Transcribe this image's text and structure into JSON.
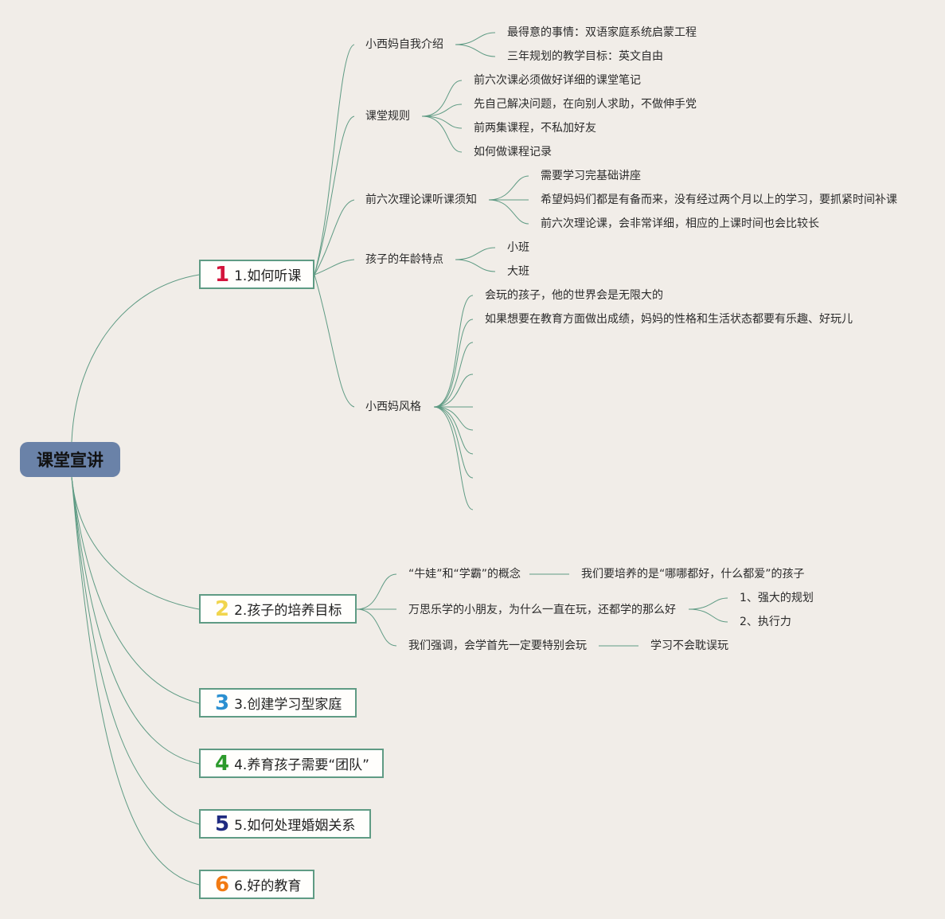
{
  "root": "课堂宣讲",
  "branches": [
    {
      "num": "1",
      "label": "1.如何听课",
      "color": "#d4143c",
      "children": [
        {
          "label": "小西妈自我介绍",
          "children": [
            "最得意的事情：双语家庭系统启蒙工程",
            "三年规划的教学目标：英文自由"
          ]
        },
        {
          "label": "课堂规则",
          "children": [
            "前六次课必须做好详细的课堂笔记",
            "先自己解决问题，在向别人求助，不做伸手党",
            "前两集课程，不私加好友",
            "如何做课程记录"
          ]
        },
        {
          "label": "前六次理论课听课须知",
          "children": [
            "需要学习完基础讲座",
            "希望妈妈们都是有备而来，没有经过两个月以上的学习，要抓紧时间补课",
            "前六次理论课，会非常详细，相应的上课时间也会比较长"
          ]
        },
        {
          "label": "孩子的年龄特点",
          "children": [
            "小班",
            "大班"
          ]
        },
        {
          "label": "小西妈风格",
          "children": [
            "会玩的孩子，他的世界会是无限大的",
            "如果想要在教育方面做出成绩，妈妈的性格和生活状态都要有乐趣、好玩儿"
          ]
        }
      ]
    },
    {
      "num": "2",
      "label": "2.孩子的培养目标",
      "color": "#f1d54d",
      "children": [
        {
          "label": "“牛娃”和“学霸”的概念",
          "children": [
            "我们要培养的是“哪哪都好，什么都爱”的孩子"
          ]
        },
        {
          "label": "万思乐学的小朋友，为什么一直在玩，还都学的那么好",
          "children": [
            "1、强大的规划",
            "2、执行力"
          ]
        },
        {
          "label": "我们强调，会学首先一定要特别会玩",
          "children": [
            "学习不会耽误玩"
          ]
        }
      ]
    },
    {
      "num": "3",
      "label": "3.创建学习型家庭",
      "color": "#2b8fd1",
      "children": []
    },
    {
      "num": "4",
      "label": "4.养育孩子需要“团队”",
      "color": "#2c9a2c",
      "children": []
    },
    {
      "num": "5",
      "label": "5.如何处理婚姻关系",
      "color": "#1f2a80",
      "children": []
    },
    {
      "num": "6",
      "label": "6.好的教育",
      "color": "#f27a12",
      "children": []
    }
  ]
}
